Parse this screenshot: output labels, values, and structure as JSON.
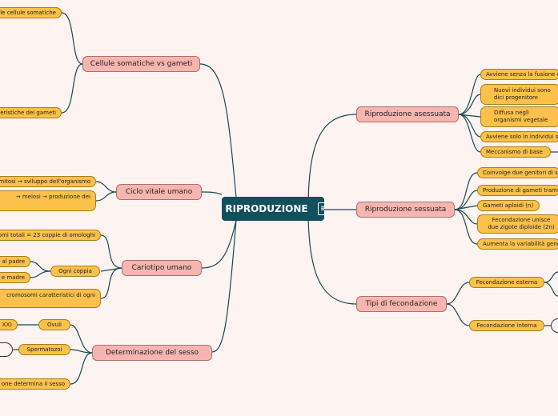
{
  "root": {
    "label": "RIPRODUZIONE",
    "notes_icon": "notes-icon"
  },
  "left": {
    "somatiche": {
      "label": "Cellule somatiche vs gameti",
      "c1": "le cellule somatiche",
      "c2": "eristiche dei gameti"
    },
    "ciclo": {
      "label": "Ciclo vitale umano",
      "c1": "mitosi → sviluppo dell'organismo",
      "c2": "→ meiosi → produzione dei"
    },
    "cariotipo": {
      "label": "Cariotipo umano",
      "c1": "omi totali = 23 coppie di omologhi",
      "c2": "Ogni coppia",
      "c2a": "al padre",
      "c2b": "e madre",
      "c3": "cromosomi caratteristici di ogni"
    },
    "sesso": {
      "label": "Determinazione del sesso",
      "c1": "Ovuli",
      "c1a": "XX)",
      "c2": "Spermatozoi",
      "c3": "one determina il sesso"
    }
  },
  "right": {
    "asessuata": {
      "label": "Riproduzione asessuata",
      "c1": "Avviene senza la fusione d",
      "c2": "Nuovi individui sono dici progenitore",
      "c3": "Diffusa negli organismi vegetale",
      "c4": "Avviene solo in individui s",
      "c5": "Meccanismo di base"
    },
    "sessuata": {
      "label": "Riproduzione sessuata",
      "c1": "Coinvolge due genitori di s",
      "c2": "Produzione di gameti tramit",
      "c3": "Gameti aploidi (n)",
      "c4": "Fecondazione unisce due zigote diploide (2n)",
      "c5": "Aumenta la variabilità gene"
    },
    "fecondazione": {
      "label": "Tipi di fecondazione",
      "c1": "Fecondazione esterna",
      "c2": "Fecondazione interna"
    }
  },
  "colors": {
    "root": "#11505c",
    "main": "#f7b5b0",
    "sub": "#fcc14a",
    "line": "#134a55",
    "background": "#fdf3f1"
  }
}
